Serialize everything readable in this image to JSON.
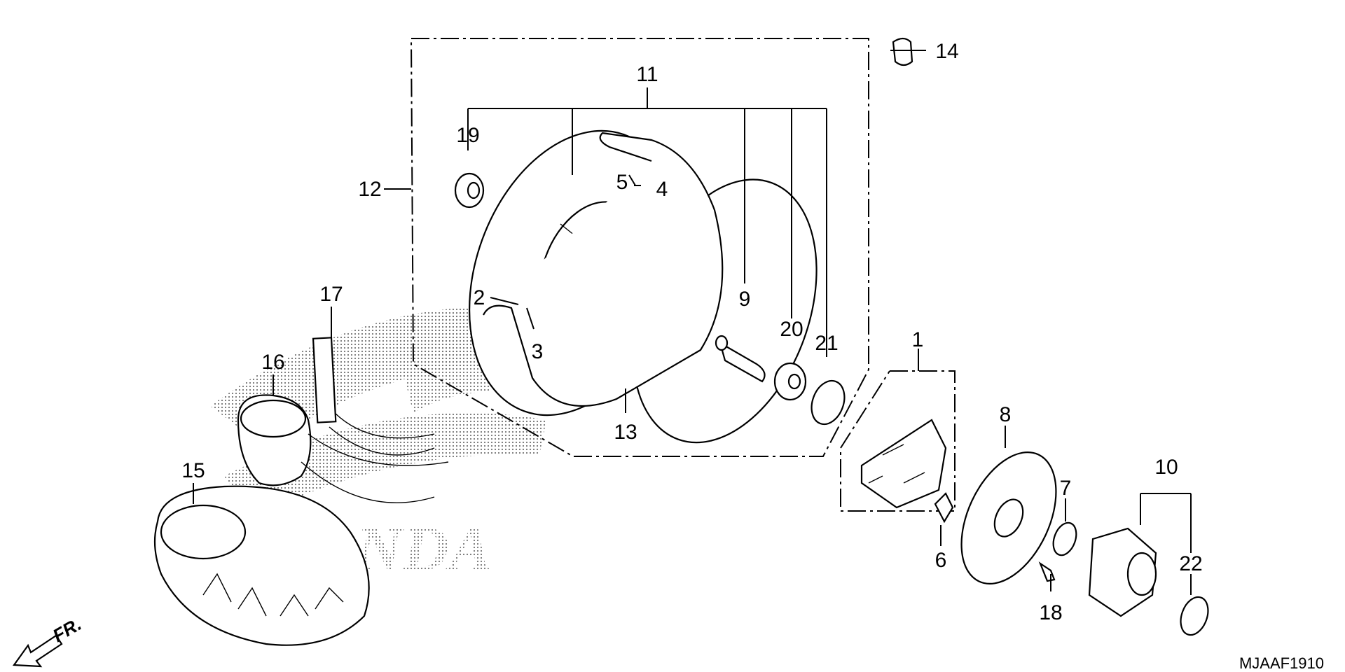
{
  "diagram_code": "MJAAF1910",
  "direction_label": "FR.",
  "watermark": "HONDA",
  "callouts": [
    "1",
    "2",
    "3",
    "4",
    "5",
    "6",
    "7",
    "8",
    "9",
    "10",
    "11",
    "12",
    "13",
    "14",
    "15",
    "16",
    "17",
    "18",
    "19",
    "20",
    "21",
    "22"
  ]
}
